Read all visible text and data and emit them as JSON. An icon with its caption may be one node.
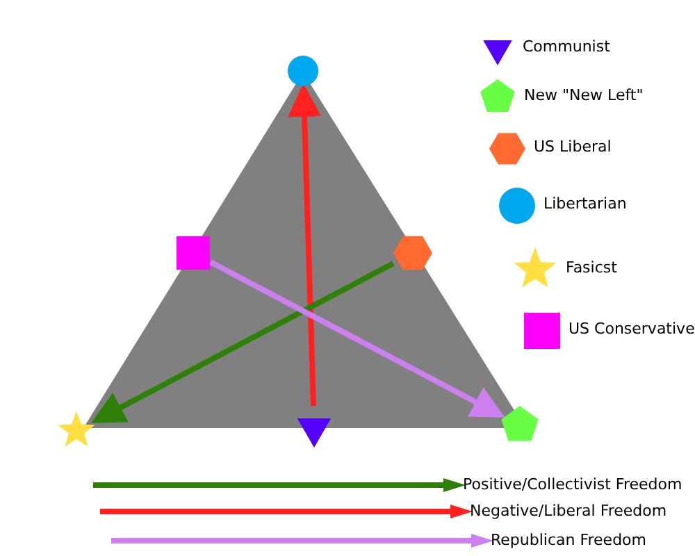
{
  "diagram": {
    "nodes": [
      {
        "text": [],
        "shape": "circle"
      },
      {
        "text": [],
        "shape": "box"
      },
      {
        "text": [],
        "shape": "hexagon"
      },
      {
        "text": [],
        "shape": "star"
      },
      {
        "text": [],
        "shape": "triangle"
      },
      {
        "text": [],
        "shape": "pentagon"
      }
    ],
    "edges": [
      {
        "from": 4,
        "to": 0,
        "arrow": "to",
        "color": "#ff2020"
      },
      {
        "from": 2,
        "to": 3,
        "arrow": "to",
        "color": "#2e8008"
      },
      {
        "from": 1,
        "to": 5,
        "arrow": "to",
        "color": "#cc80f0"
      }
    ],
    "legend": [
      {
        "text": "Communist"
      },
      {
        "text": "New \"New Left\""
      },
      {
        "text": "US Liberal"
      },
      {
        "text": "Libertarian"
      },
      {
        "text": "Fasicst"
      },
      {
        "text": "US Conservative"
      },
      {
        "text": "Positive/Collectivist Freedom"
      },
      {
        "text": "Negative/Liberal Freedom"
      },
      {
        "text": "Republican Freedom"
      }
    ]
  }
}
